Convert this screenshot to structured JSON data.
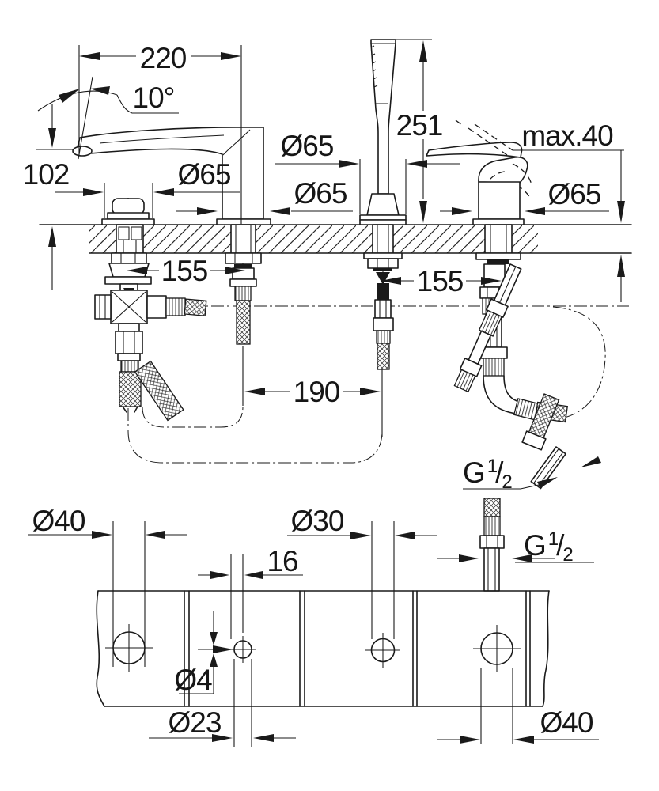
{
  "drawing": {
    "kind": "bath-faucet-installation-dimension-drawing",
    "background": "#ffffff",
    "ink": "#1a1a1a"
  },
  "side_view": {
    "spout_reach": "220",
    "spout_angle": "10°",
    "spout_height": "102",
    "valve_escutcheon": "Ø65",
    "shower_escutcheon": "Ø65",
    "spout_escutcheon": "Ø65",
    "lever_escutcheon": "Ø65",
    "shower_height": "251",
    "deck_thickness": "max.40",
    "hole_pitch_left": "155",
    "hole_pitch_right": "155",
    "hole_pitch_center": "190",
    "thread_top": {
      "prefix": "G",
      "numerator": "1",
      "slash": "/",
      "denominator": "2"
    },
    "thread_bottom": {
      "prefix": "G",
      "numerator": "1",
      "slash": "/",
      "denominator": "2"
    }
  },
  "plan_view": {
    "hole1_diameter": "Ø40",
    "hole3_diameter": "Ø30",
    "pilot_offset": "16",
    "pilot_diameter": "Ø4",
    "hole2_diameter": "Ø23",
    "hole4_diameter": "Ø40"
  }
}
